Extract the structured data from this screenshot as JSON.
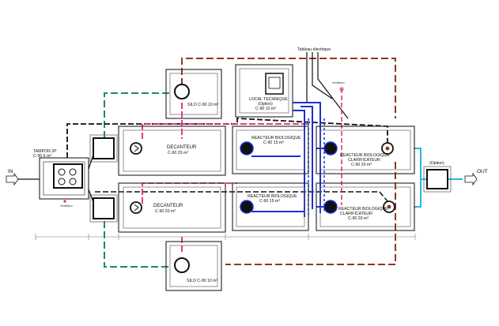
{
  "labels": {
    "tampon": "TAMPON 2P",
    "tampon_cap": "C-90 6 m³",
    "ventilation_left": "Ventilation",
    "in": "IN",
    "out": "OUT",
    "decanteur_top": "DECANTEUR",
    "decanteur_top_cap": "C-90 20 m³",
    "decanteur_bottom": "DECANTEUR",
    "decanteur_bottom_cap": "C-90 20 m³",
    "silo_top": "SILO C-90 10 m³",
    "silo_bottom": "SILO C-90 10 m³",
    "local_technique": "LOCAL TECHNIQUE",
    "local_option": "(Option)",
    "local_cap": "C-90 10 m³",
    "tableau": "Tableau électrique",
    "ventilation_top": "Ventilation",
    "reacteur_top": "REACTEUR BIOLOGIQUE",
    "reacteur_top_cap": "C-90 15 m³",
    "reacteur_bottom": "REACTEUR BIOLOGIQUE",
    "reacteur_bottom_cap": "C-90 15 m³",
    "clarif_top_1": "REACTEUR BIOLOGIQUE",
    "clarif_top_2": "CLARIFICATEUR",
    "clarif_top_cap": "C-90 20 m³",
    "clarif_bottom_1": "REACTEUR BIOLOGIQUE",
    "clarif_bottom_2": "CLARIFICATEUR",
    "clarif_bottom_cap": "C-90 20 m³",
    "option": "(Option)"
  },
  "colors": {
    "brown": "#8b3a1e",
    "green": "#1f8a5b",
    "black": "#111111",
    "pink": "#e0287a",
    "blue": "#1a2fd6",
    "cyan": "#2bb5e0",
    "tank": "#333333"
  }
}
